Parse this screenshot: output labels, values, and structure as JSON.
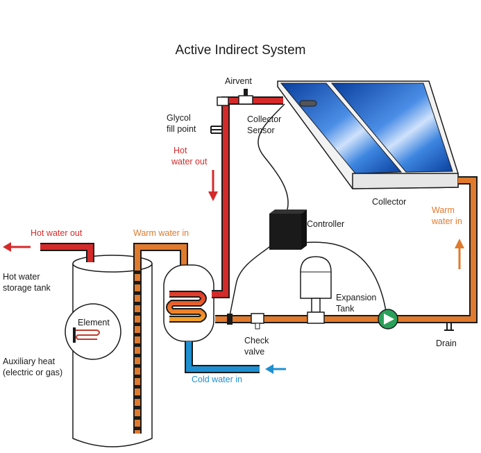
{
  "title": "Active Indirect System",
  "labels": {
    "airvent": "Airvent",
    "glycol_line1": "Glycol",
    "glycol_line2": "fill point",
    "collector_sensor_line1": "Collector",
    "collector_sensor_line2": "Sensor",
    "hot_water_out_right_line1": "Hot",
    "hot_water_out_right_line2": "water out",
    "hot_water_out_left": "Hot water out",
    "warm_water_in_top": "Warm water in",
    "storage_tank_line1": "Hot water",
    "storage_tank_line2": "storage tank",
    "element": "Element",
    "aux_heat_line1": "Auxiliary heat",
    "aux_heat_line2": "(electric or gas)",
    "controller": "Controller",
    "expansion_line1": "Expansion",
    "expansion_line2": "Tank",
    "check_valve_line1": "Check",
    "check_valve_line2": "valve",
    "cold_water_in": "Cold water in",
    "collector": "Collector",
    "warm_water_in_right_line1": "Warm",
    "warm_water_in_right_line2": "water in",
    "drain": "Drain"
  },
  "colors": {
    "hot": "#d42a2a",
    "warm": "#e07a2c",
    "cold": "#1e8fd0",
    "panel": "#2a6fd0"
  }
}
